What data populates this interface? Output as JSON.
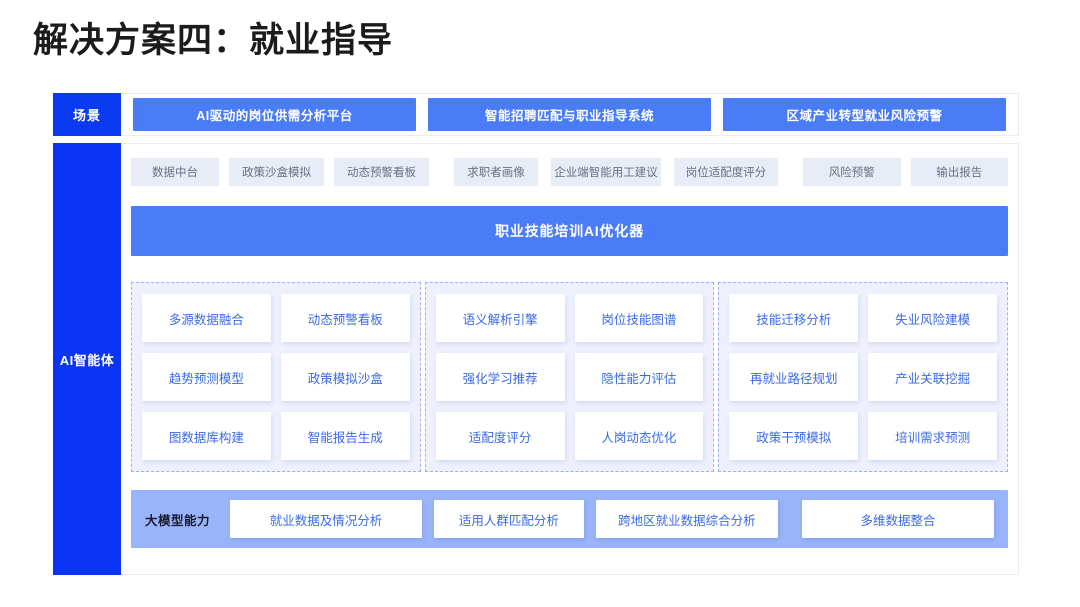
{
  "title": "解决方案四：就业指导",
  "colors": {
    "deep_blue": "#0b3bf0",
    "pill_blue": "#4a7cf7",
    "card_text_blue": "#3b6ae8",
    "band_blue": "#9ab4fb",
    "group_bg": "#eef1fd",
    "gray_pill": "#e8ecf7"
  },
  "scenario": {
    "label": "场景",
    "items": [
      "AI驱动的岗位供需分析平台",
      "智能招聘匹配与职业指导系统",
      "区域产业转型就业风险预警"
    ]
  },
  "agent": {
    "label": "AI智能体",
    "capability_pills": [
      "数据中台",
      "政策沙盒模拟",
      "动态预警看板",
      "求职者画像",
      "企业端智能用工建议",
      "岗位适配度评分",
      "风险预警",
      "输出报告"
    ],
    "optimizer_banner": "职业技能培训AI优化器",
    "groups": [
      {
        "cards": [
          "多源数据融合",
          "动态预警看板",
          "趋势预测模型",
          "政策模拟沙盒",
          "图数据库构建",
          "智能报告生成"
        ]
      },
      {
        "cards": [
          "语义解析引擎",
          "岗位技能图谱",
          "强化学习推荐",
          "隐性能力评估",
          "适配度评分",
          "人岗动态优化"
        ]
      },
      {
        "cards": [
          "技能迁移分析",
          "失业风险建模",
          "再就业路径规划",
          "产业关联挖掘",
          "政策干预模拟",
          "培训需求预测"
        ]
      }
    ],
    "model_band": {
      "label": "大模型能力",
      "items": [
        "就业数据及情况分析",
        "适用人群匹配分析",
        "跨地区就业数据综合分析",
        "多维数据整合"
      ]
    }
  }
}
